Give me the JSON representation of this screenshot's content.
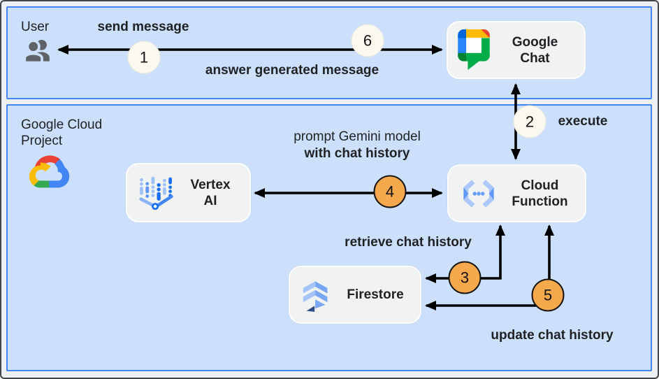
{
  "zones": {
    "user": {
      "label": "User"
    },
    "gcp": {
      "label": "Google Cloud Project"
    }
  },
  "nodes": {
    "google_chat": {
      "line1": "Google",
      "line2": "Chat"
    },
    "vertex_ai": {
      "line1": "Vertex",
      "line2": "AI"
    },
    "cloud_function": {
      "line1": "Cloud",
      "line2": "Function"
    },
    "firestore": {
      "line1": "Firestore"
    }
  },
  "steps": {
    "s1": "1",
    "s2": "2",
    "s3": "3",
    "s4": "4",
    "s5": "5",
    "s6": "6"
  },
  "labels": {
    "send_message": "send message",
    "answer_generated": "answer generated message",
    "execute": "execute",
    "prompt_line1": "prompt Gemini model",
    "prompt_line2": "with chat history",
    "retrieve": "retrieve chat history",
    "update": "update chat history"
  },
  "icons": {
    "user": "people-icon",
    "gcp": "google-cloud-logo",
    "google_chat": "google-chat-logo",
    "vertex_ai": "vertex-ai-logo",
    "cloud_function": "cloud-functions-logo",
    "firestore": "firestore-logo"
  },
  "colors": {
    "zone_fill": "#cde0fb",
    "zone_border": "#4285f4",
    "node_fill": "#f1f2f2",
    "step_light_fill": "#fbf8f0",
    "step_orange_fill": "#f6a84c",
    "arrow": "#000000",
    "canvas_bg": "#eef0f1",
    "text": "#202124"
  }
}
